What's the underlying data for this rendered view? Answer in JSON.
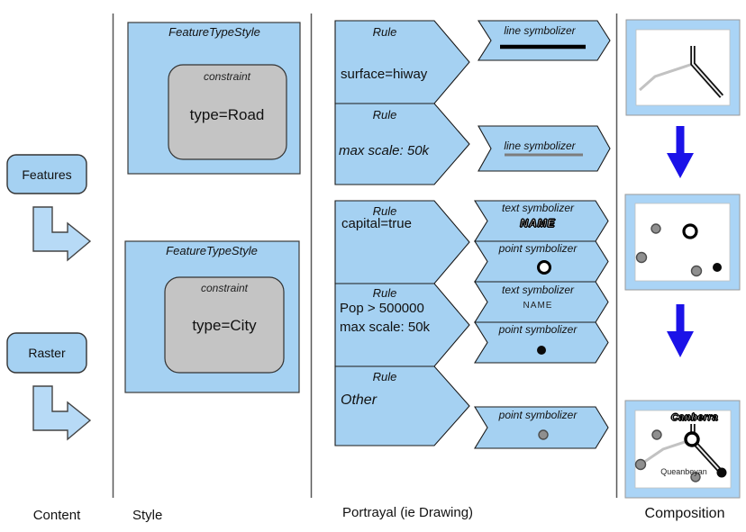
{
  "content": {
    "column_label": "Content",
    "features_label": "Features",
    "raster_label": "Raster"
  },
  "style": {
    "column_label": "Style",
    "fts": [
      {
        "title": "FeatureTypeStyle",
        "constraint_title": "constraint",
        "constraint_value": "type=Road"
      },
      {
        "title": "FeatureTypeStyle",
        "constraint_title": "constraint",
        "constraint_value": "type=City"
      }
    ]
  },
  "portrayal": {
    "column_label": "Portrayal (ie Drawing)",
    "rules": [
      {
        "title": "Rule",
        "line1": "surface=hiway"
      },
      {
        "title": "Rule",
        "line1": "max scale: 50k"
      },
      {
        "title": "Rule",
        "line1": "capital=true"
      },
      {
        "title": "Rule",
        "line1": "Pop > 500000",
        "line2": "max scale: 50k"
      },
      {
        "title": "Rule",
        "line1": "Other"
      }
    ],
    "symbolizers": [
      {
        "label": "line symbolizer",
        "glyph": "thick-black-line-icon"
      },
      {
        "label": "line symbolizer",
        "glyph": "gray-line-icon"
      },
      {
        "label": "text symbolizer",
        "glyph": "outlined-name-text",
        "text": "NAME"
      },
      {
        "label": "point symbolizer",
        "glyph": "open-circle-icon"
      },
      {
        "label": "text symbolizer",
        "glyph": "plain-name-text",
        "text": "NAME"
      },
      {
        "label": "point symbolizer",
        "glyph": "black-dot-icon"
      },
      {
        "label": "point symbolizer",
        "glyph": "gray-dot-icon"
      }
    ]
  },
  "composition": {
    "column_label": "Composition",
    "map_labels": {
      "canberra": "Canberra",
      "queanbeyan": "Queanbeyan"
    }
  },
  "colors": {
    "shape_blue": "#a5d1f2",
    "arrow_light_blue": "#b7daf6",
    "frame_blue": "#aad4f6",
    "constraint_gray": "#c4c4c4",
    "flow_arrow_blue": "#1b12e8",
    "outline_dark": "#1a1a1a"
  }
}
